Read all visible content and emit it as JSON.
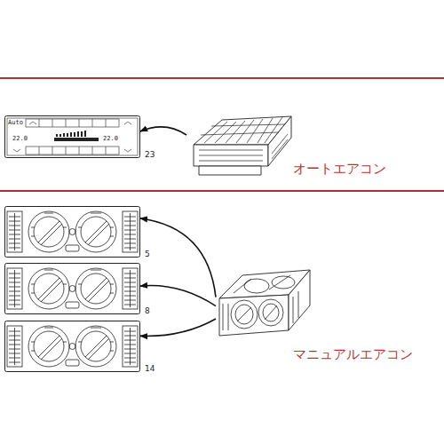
{
  "diagram": {
    "nodes": [
      {
        "text": [
          "23"
        ]
      },
      {
        "text": [
          "オートエアコン"
        ]
      },
      {
        "text": [
          "5"
        ]
      },
      {
        "text": [
          "8"
        ]
      },
      {
        "text": [
          "14"
        ]
      },
      {
        "text": [
          "マニュアルエアコン"
        ]
      }
    ],
    "edges": [
      {
        "from": 1,
        "to": 0,
        "arrow": "to"
      },
      {
        "from": 5,
        "to": 2,
        "arrow": "to"
      },
      {
        "from": 5,
        "to": 3,
        "arrow": "to"
      },
      {
        "from": 5,
        "to": 4,
        "arrow": "to"
      }
    ],
    "labels": [
      "Auto",
      "22.0",
      "22.0"
    ]
  }
}
